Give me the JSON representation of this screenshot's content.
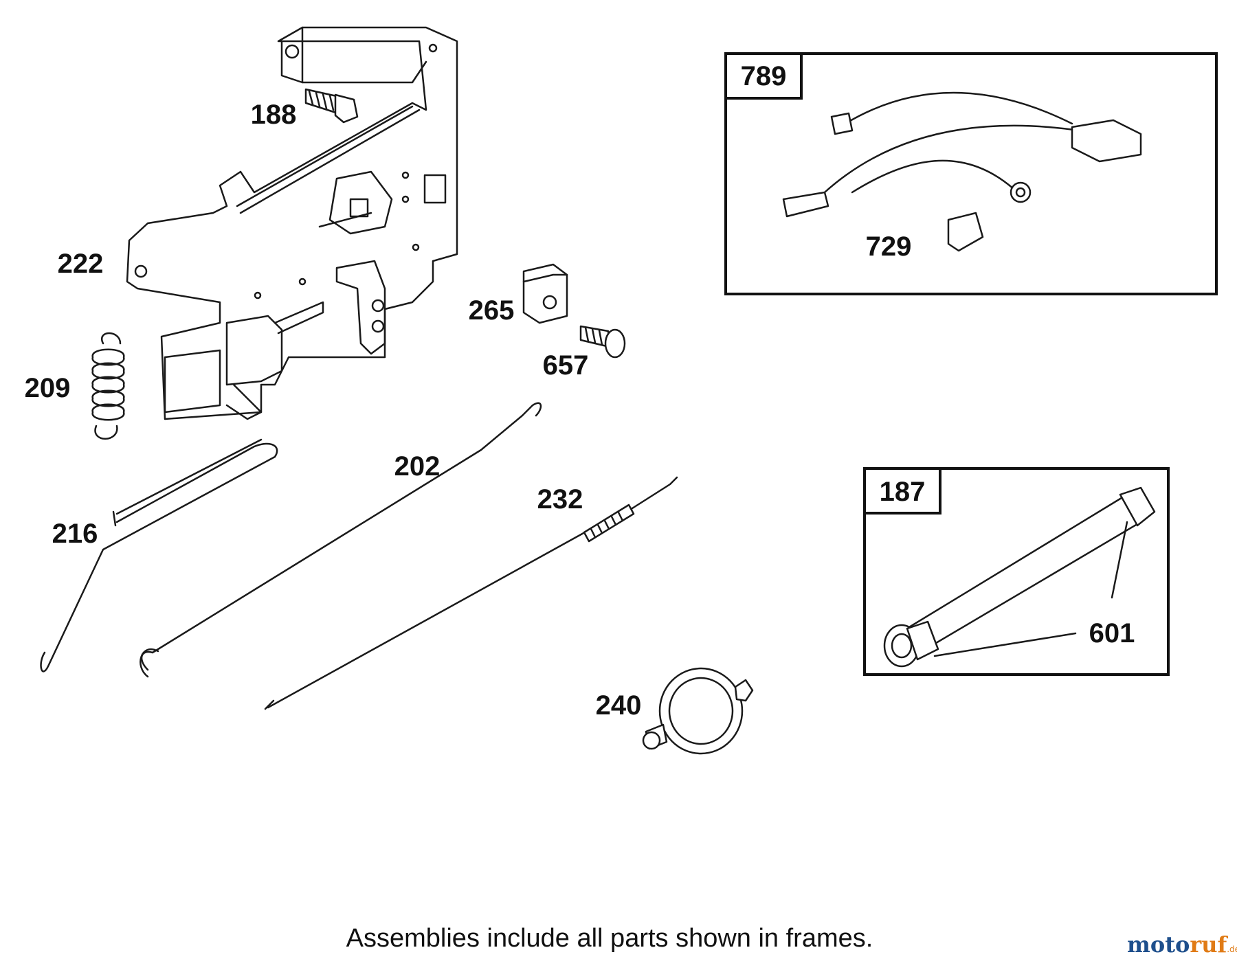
{
  "labels": {
    "p188": "188",
    "p222": "222",
    "p209": "209",
    "p265": "265",
    "p657": "657",
    "p202": "202",
    "p232": "232",
    "p216": "216",
    "p240": "240",
    "p789": "789",
    "p729": "729",
    "p187": "187",
    "p601": "601"
  },
  "footer_note": "Assemblies include all parts shown in frames.",
  "watermark": {
    "part1": "moto",
    "part2": "ruf",
    "suffix": ".de"
  }
}
